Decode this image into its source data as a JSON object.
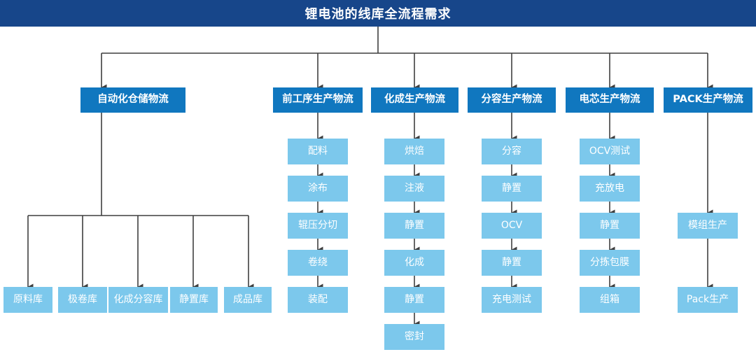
{
  "header": {
    "title": "锂电池的线库全流程需求",
    "bar_color": "#17468A"
  },
  "colors": {
    "category_box": "#1077BF",
    "step_box": "#7CC8EC",
    "connector": "#3F3F3F",
    "text": "#FFFFFF"
  },
  "categories": [
    {
      "id": "auto-warehouse",
      "label": "自动化仓储物流"
    },
    {
      "id": "pre-process",
      "label": "前工序生产物流"
    },
    {
      "id": "formation",
      "label": "化成生产物流"
    },
    {
      "id": "capacity",
      "label": "分容生产物流"
    },
    {
      "id": "cell",
      "label": "电芯生产物流"
    },
    {
      "id": "pack",
      "label": "PACK生产物流"
    }
  ],
  "warehouses": [
    {
      "label": "原料库"
    },
    {
      "label": "极卷库"
    },
    {
      "label": "化成分容库"
    },
    {
      "label": "静置库"
    },
    {
      "label": "成品库"
    }
  ],
  "columns": {
    "pre_process": [
      {
        "label": "配料"
      },
      {
        "label": "涂布"
      },
      {
        "label": "辊压分切"
      },
      {
        "label": "卷绕"
      },
      {
        "label": "装配"
      }
    ],
    "formation": [
      {
        "label": "烘焙"
      },
      {
        "label": "注液"
      },
      {
        "label": "静置"
      },
      {
        "label": "化成"
      },
      {
        "label": "静置"
      },
      {
        "label": "密封"
      }
    ],
    "capacity": [
      {
        "label": "分容"
      },
      {
        "label": "静置"
      },
      {
        "label": "OCV"
      },
      {
        "label": "静置"
      },
      {
        "label": "充电测试"
      }
    ],
    "cell": [
      {
        "label": "OCV测试"
      },
      {
        "label": "充放电"
      },
      {
        "label": "静置"
      },
      {
        "label": "分拣包膜"
      },
      {
        "label": "组箱"
      }
    ],
    "pack": [
      {
        "label": "模组生产"
      },
      {
        "label": "Pack生产"
      }
    ]
  }
}
